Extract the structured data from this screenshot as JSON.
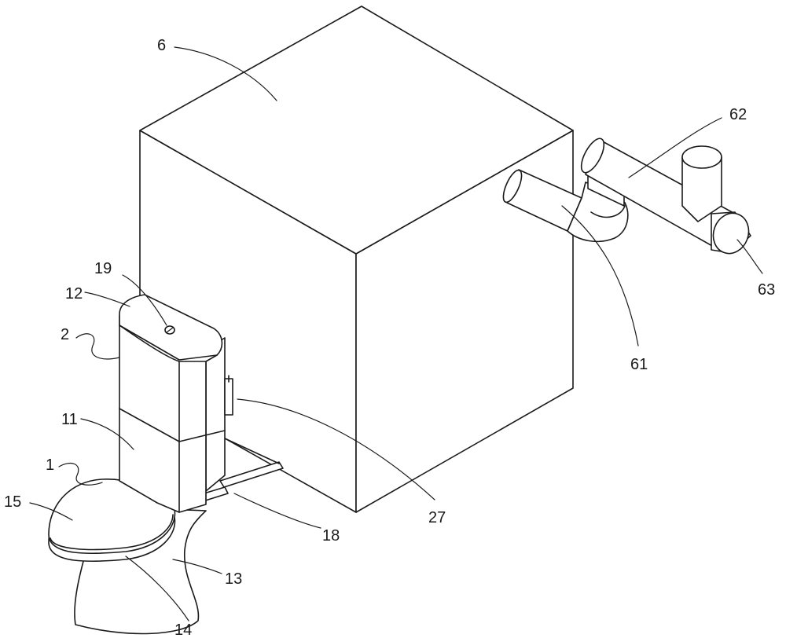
{
  "labels": {
    "box": "6",
    "pipe_upper": "62",
    "pipe_lower": "61",
    "pipe_end": "63",
    "cap_top": "19",
    "lid": "12",
    "tank_body": "2",
    "tank_lower": "11",
    "toilet": "1",
    "seat_lid": "15",
    "bowl_base": "13",
    "seat_ring": "14",
    "rod": "18",
    "handle": "27"
  }
}
